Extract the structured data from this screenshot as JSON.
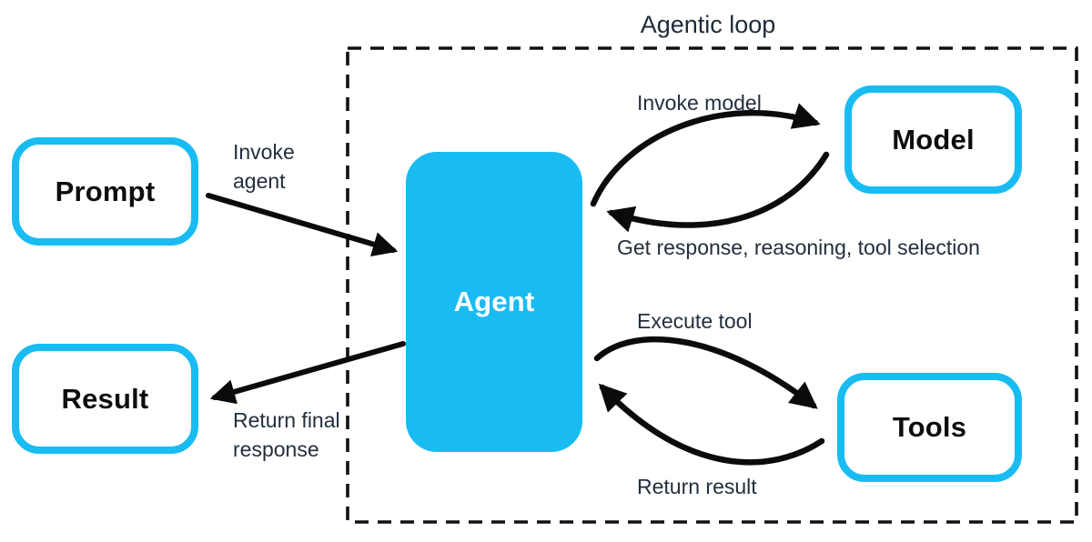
{
  "title": "Agentic loop",
  "nodes": {
    "prompt": {
      "label": "Prompt"
    },
    "agent": {
      "label": "Agent"
    },
    "model": {
      "label": "Model"
    },
    "tools": {
      "label": "Tools"
    },
    "result": {
      "label": "Result"
    }
  },
  "edges": {
    "invoke_agent": {
      "label": "Invoke agent",
      "from": "Prompt",
      "to": "Agent"
    },
    "invoke_model": {
      "label": "Invoke model",
      "from": "Agent",
      "to": "Model"
    },
    "get_response": {
      "label": "Get response, reasoning, tool selection",
      "from": "Model",
      "to": "Agent"
    },
    "execute_tool": {
      "label": "Execute tool",
      "from": "Agent",
      "to": "Tools"
    },
    "return_result": {
      "label": "Return result",
      "from": "Tools",
      "to": "Agent"
    },
    "return_final_response": {
      "label": "Return final response",
      "from": "Agent",
      "to": "Result"
    }
  },
  "colors": {
    "accent_cyan": "#18BCF2",
    "arrow_black": "#0B0B0B",
    "label_text": "#232F3E"
  }
}
